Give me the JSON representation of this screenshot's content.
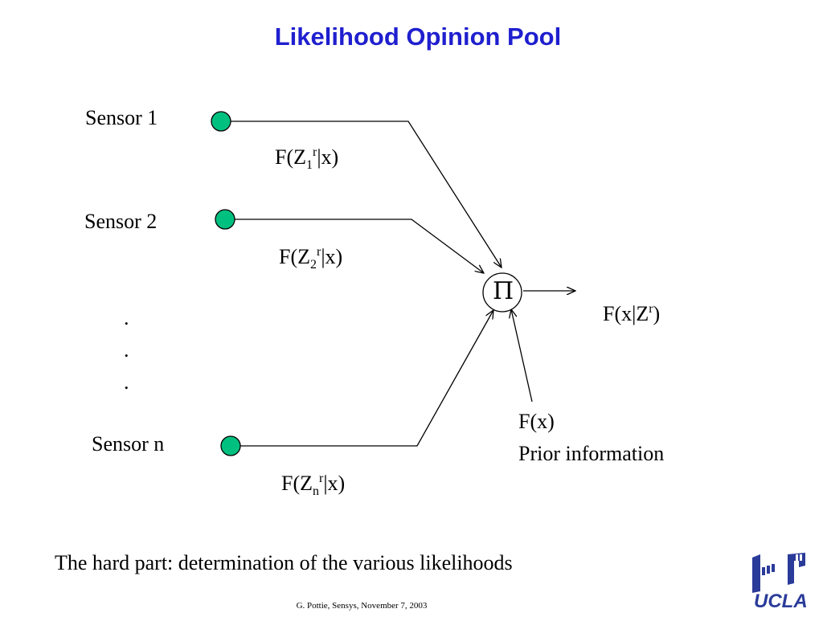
{
  "title": "Likelihood Opinion Pool",
  "sensors": [
    "Sensor 1",
    "Sensor 2",
    "Sensor n"
  ],
  "dots": [
    ".",
    ".",
    "."
  ],
  "likelihoods": [
    {
      "prefix": "F(Z",
      "sub": "1",
      "sup": "r",
      "suffix": "|x)"
    },
    {
      "prefix": "F(Z",
      "sub": "2",
      "sup": "r",
      "suffix": "|x)"
    },
    {
      "prefix": "F(Z",
      "sub": "n",
      "sup": "r",
      "suffix": "|x)"
    }
  ],
  "product_symbol": "Π",
  "output": {
    "prefix": "F(x|Z",
    "sup": "r",
    "suffix": ")"
  },
  "prior": {
    "line1": "F(x)",
    "line2": "Prior information"
  },
  "bottom_text": "The hard part: determination of the various likelihoods",
  "footnote": "G. Pottie, Sensys, November 7, 2003",
  "logo_text": "UCLA",
  "colors": {
    "title": "#1f1fcf",
    "sensor_node": "#00c080",
    "logo": "#2a3b9a"
  }
}
